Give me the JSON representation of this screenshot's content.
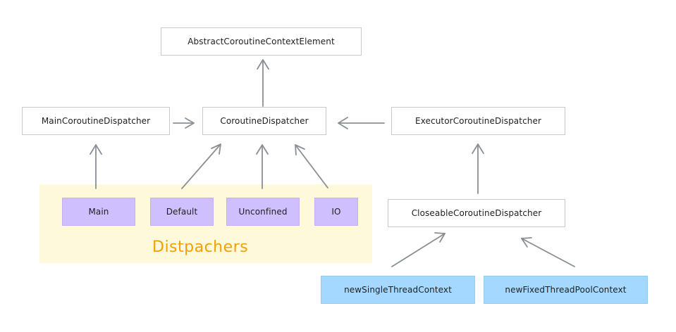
{
  "diagram": {
    "group": {
      "label": "Distpachers",
      "fill_color": "#fff9db",
      "label_color": "#f59f00"
    },
    "nodes": {
      "abstract_element": "AbstractCoroutineContextElement",
      "main_dispatcher": "MainCoroutineDispatcher",
      "coroutine_dispatcher": "CoroutineDispatcher",
      "executor_dispatcher": "ExecutorCoroutineDispatcher",
      "closeable_dispatcher": "CloseableCoroutineDispatcher",
      "main": "Main",
      "default": "Default",
      "unconfined": "Unconfined",
      "io": "IO",
      "new_single_thread": "newSingleThreadContext",
      "new_fixed_pool": "newFixedThreadPoolContext"
    },
    "colors": {
      "dispatcher_fill": "#d0bfff",
      "factory_fill": "#a5d8ff",
      "arrow": "#8a8f96"
    }
  }
}
